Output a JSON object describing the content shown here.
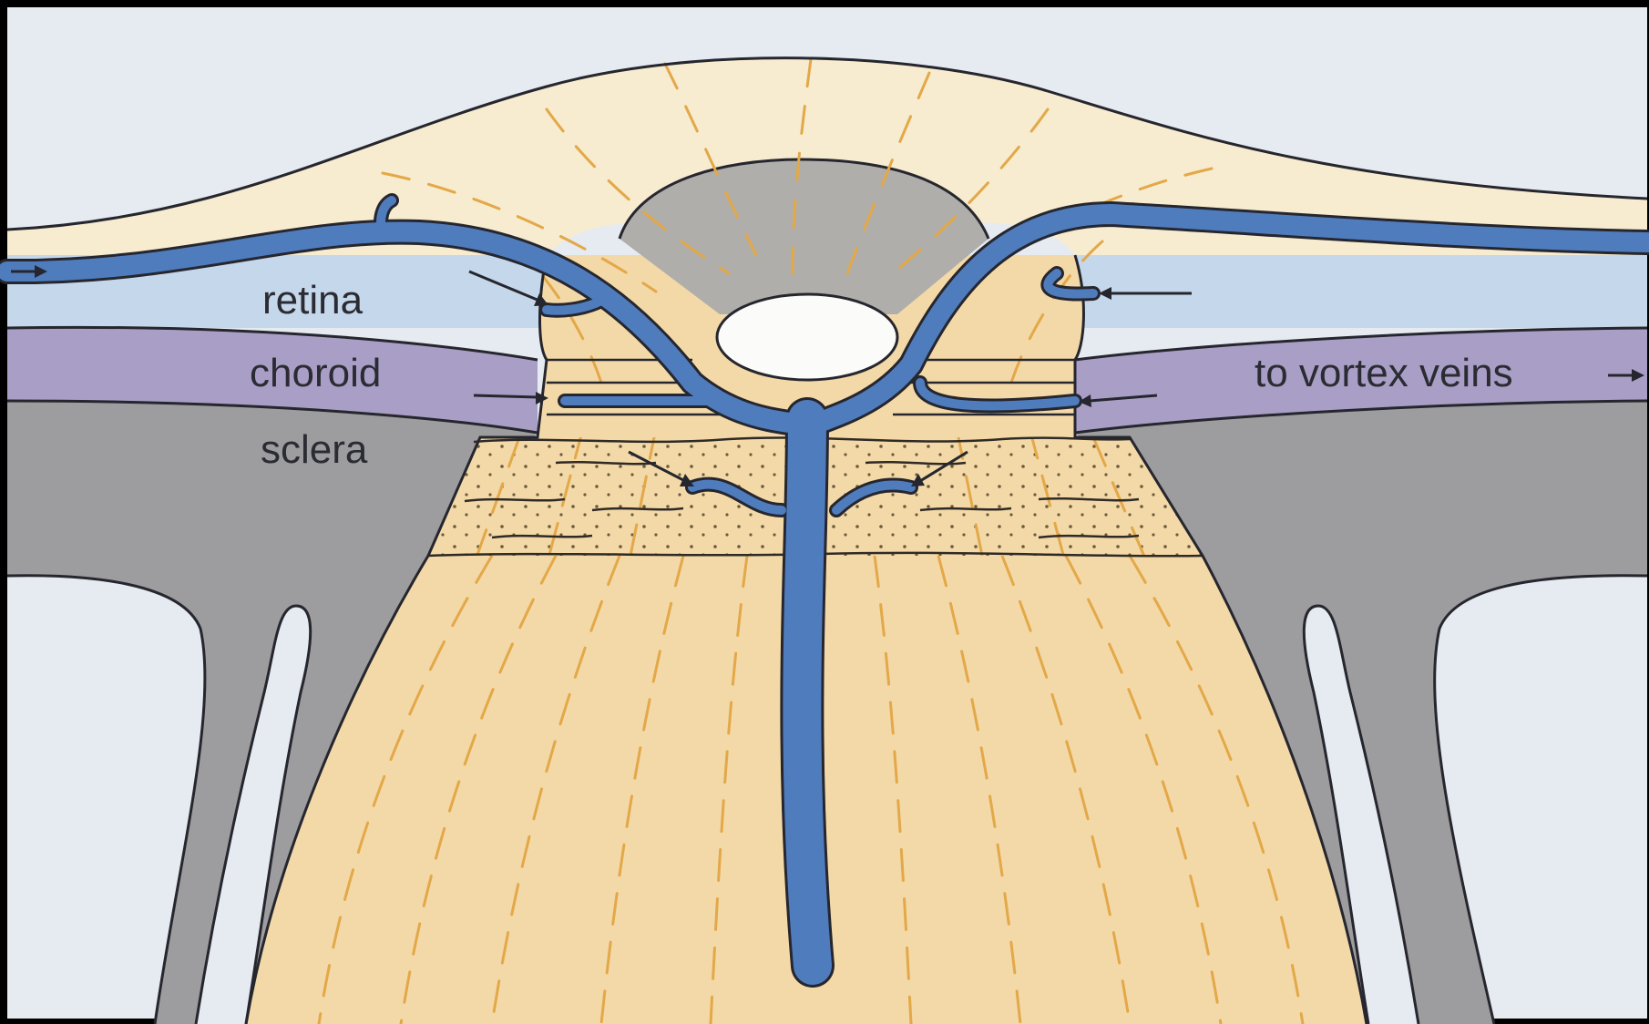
{
  "diagram": {
    "labels": {
      "retina": "retina",
      "choroid": "choroid",
      "sclera": "sclera",
      "vortex": "to vortex veins"
    },
    "colors": {
      "background": "#e6eaf1",
      "retina_layer": "#c5d7ea",
      "choroid_layer": "#a99fc6",
      "sclera_layer": "#9d9d9f",
      "nerve_tissue": "#f3d9a8",
      "nerve_cup_light": "#f7ecd0",
      "cup_grey": "#b0aeaa",
      "vessel_blue": "#4f7cbd",
      "fiber_orange": "#e3a848",
      "outline": "#26262e"
    }
  }
}
